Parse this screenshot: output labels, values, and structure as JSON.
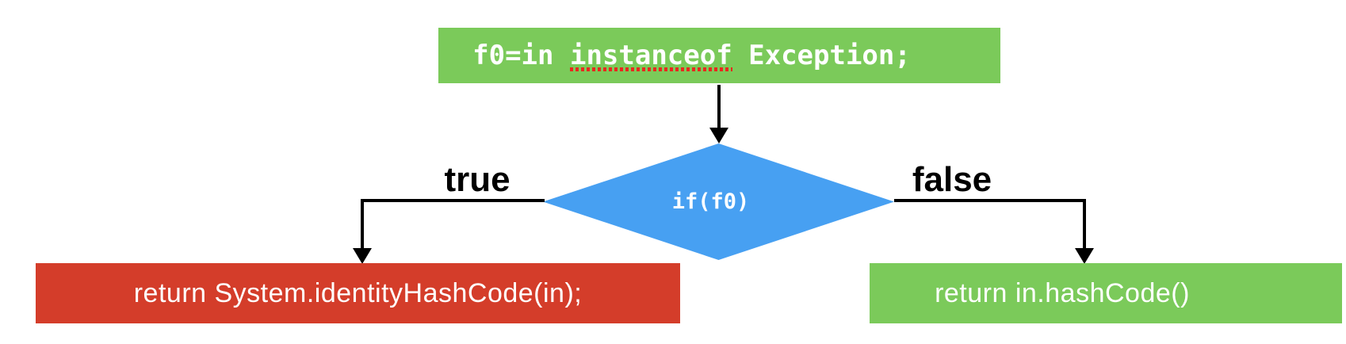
{
  "diagram": {
    "type": "flowchart",
    "nodes": {
      "assign": {
        "code_before": "f0=in ",
        "misspelled_word": "instanceof",
        "code_after": " Exception;",
        "full_text": "f0=in instanceof Exception;",
        "shape": "rectangle",
        "fill": "#7bca5a",
        "text_color": "#ffffff"
      },
      "decision": {
        "label": "if(f0)",
        "shape": "diamond",
        "fill": "#47a0f2",
        "text_color": "#ffffff"
      },
      "true_result": {
        "label": "return System.identityHashCode(in);",
        "shape": "rectangle",
        "fill": "#d43d2a",
        "text_color": "#ffffff"
      },
      "false_result": {
        "label": "return in.hashCode()",
        "shape": "rectangle",
        "fill": "#7bca5a",
        "text_color": "#ffffff"
      }
    },
    "edges": {
      "true_label": "true",
      "false_label": "false",
      "arrow_color": "#000000"
    },
    "colors": {
      "green": "#7bca5a",
      "blue": "#47a0f2",
      "red": "#d43d2a",
      "spellcheck_underline": "#e8281e",
      "background": "#ffffff"
    }
  }
}
